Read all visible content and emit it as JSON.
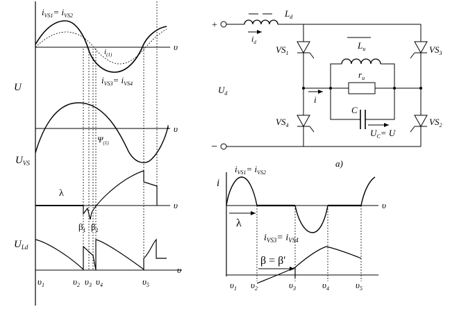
{
  "waveforms": {
    "i_vs1": "i",
    "i_vs1_sub": "VS1",
    "i_vs1_eq": "= i",
    "i_vs1_sub2": "VS2",
    "i_1": "i",
    "i_1_sub": "(1)",
    "i_vs3": "i",
    "i_vs3_sub": "VS3",
    "i_vs3_eq": "= i",
    "i_vs3_sub2": "VS4",
    "axis_v": "υ",
    "u_label": "U",
    "psi": "Ψ",
    "psi_sub": "(1)",
    "u_vs_label": "U",
    "u_vs_sub": "VS",
    "lambda": "λ",
    "beta1": "β",
    "beta1_sub": "1",
    "beta2": "β",
    "beta2_sub": "2",
    "u_ld_label": "U",
    "u_ld_sub": "Ld",
    "v1": "υ",
    "v1_sub": "1",
    "v2": "υ",
    "v2_sub": "2",
    "v3": "υ",
    "v3_sub": "3",
    "v4": "υ",
    "v4_sub": "4",
    "v5": "υ",
    "v5_sub": "5"
  },
  "circuit": {
    "plus": "+",
    "minus": "−",
    "ld": "L",
    "ld_sub": "d",
    "id": "i",
    "id_sub": "d",
    "ud": "U",
    "ud_sub": "d",
    "vs1": "VS",
    "vs1_sub": "1",
    "vs2": "VS",
    "vs2_sub": "2",
    "vs3": "VS",
    "vs3_sub": "3",
    "vs4": "VS",
    "vs4_sub": "4",
    "lu": "L",
    "lu_sub": "u",
    "ru": "r",
    "ru_sub": "u",
    "c": "C",
    "i": "i",
    "uc": "U",
    "uc_sub": "C",
    "uc_eq": "= U",
    "caption": "a)"
  },
  "current_plot": {
    "i_label": "i",
    "i_vs1": "i",
    "i_vs1_sub": "VS1",
    "i_vs1_eq": "= i",
    "i_vs1_sub2": "VS2",
    "axis_v": "υ",
    "lambda": "λ",
    "i_vs3": "i",
    "i_vs3_sub": "VS3",
    "i_vs3_eq": "= i",
    "i_vs3_sub2": "VS4",
    "beta_eq": "β = β'",
    "v1": "υ",
    "v1_sub": "1",
    "v2": "υ",
    "v2_sub": "2",
    "v3": "υ",
    "v3_sub": "3",
    "v4": "υ",
    "v4_sub": "4",
    "v5": "υ",
    "v5_sub": "5"
  }
}
